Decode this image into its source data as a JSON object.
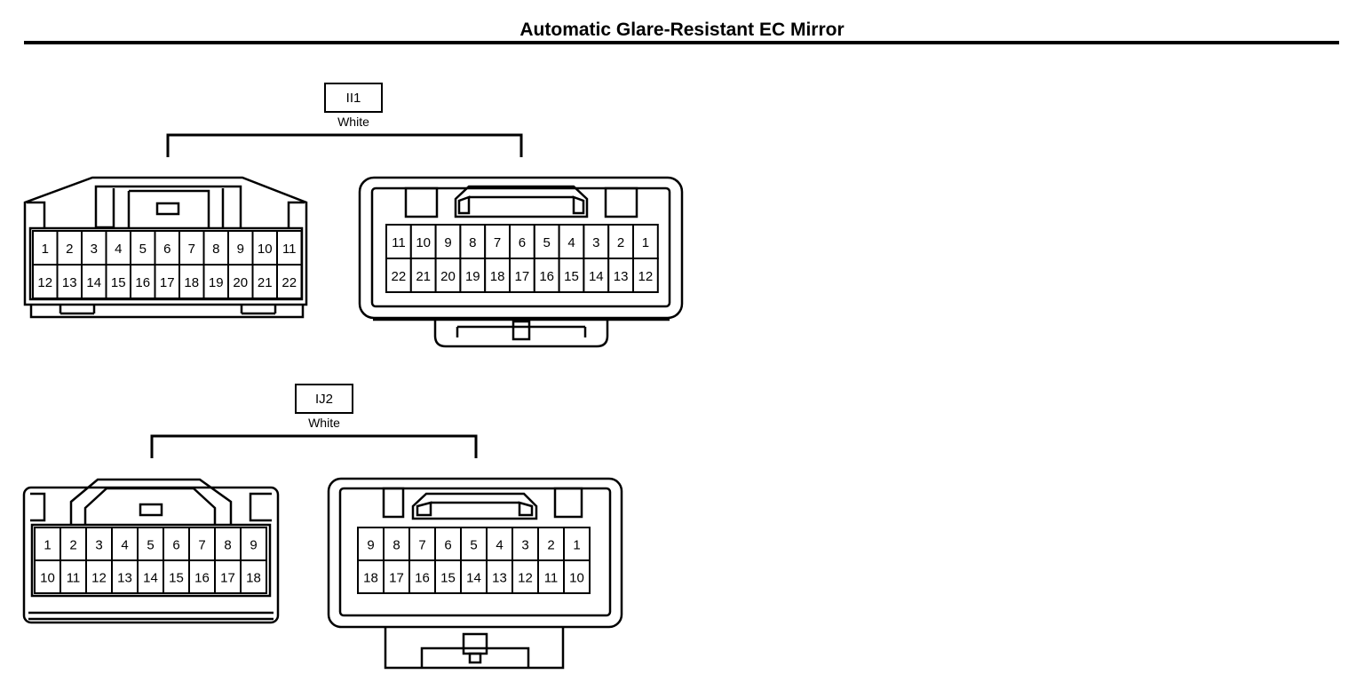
{
  "page_title": "Automatic Glare-Resistant EC Mirror",
  "connectors": [
    {
      "code": "II1",
      "color": "White",
      "views": [
        {
          "rows": [
            [
              "1",
              "2",
              "3",
              "4",
              "5",
              "6",
              "7",
              "8",
              "9",
              "10",
              "11"
            ],
            [
              "12",
              "13",
              "14",
              "15",
              "16",
              "17",
              "18",
              "19",
              "20",
              "21",
              "22"
            ]
          ]
        },
        {
          "rows": [
            [
              "11",
              "10",
              "9",
              "8",
              "7",
              "6",
              "5",
              "4",
              "3",
              "2",
              "1"
            ],
            [
              "22",
              "21",
              "20",
              "19",
              "18",
              "17",
              "16",
              "15",
              "14",
              "13",
              "12"
            ]
          ]
        }
      ]
    },
    {
      "code": "IJ2",
      "color": "White",
      "views": [
        {
          "rows": [
            [
              "1",
              "2",
              "3",
              "4",
              "5",
              "6",
              "7",
              "8",
              "9"
            ],
            [
              "10",
              "11",
              "12",
              "13",
              "14",
              "15",
              "16",
              "17",
              "18"
            ]
          ]
        },
        {
          "rows": [
            [
              "9",
              "8",
              "7",
              "6",
              "5",
              "4",
              "3",
              "2",
              "1"
            ],
            [
              "18",
              "17",
              "16",
              "15",
              "14",
              "13",
              "12",
              "11",
              "10"
            ]
          ]
        }
      ]
    }
  ]
}
